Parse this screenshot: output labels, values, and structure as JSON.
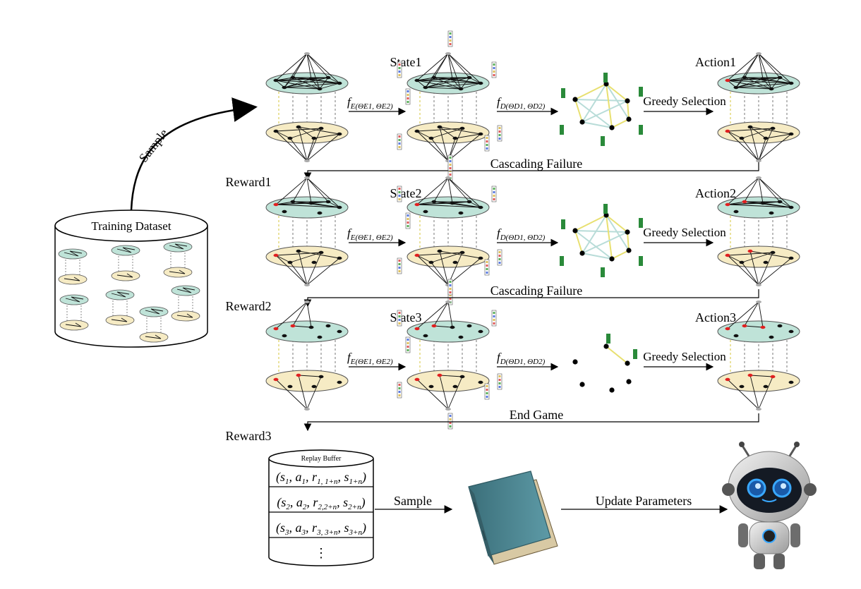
{
  "steps": [
    {
      "state_label": "State1",
      "action_label": "Action1",
      "reward_label": "Reward1",
      "transition_label": "Cascading Failure"
    },
    {
      "state_label": "State2",
      "action_label": "Action2",
      "reward_label": "Reward2",
      "transition_label": "Cascading Failure"
    },
    {
      "state_label": "State3",
      "action_label": "Action3",
      "reward_label": "Reward3",
      "transition_label": "End Game"
    }
  ],
  "encoder_label": "E(ΘE1, ΘE2)",
  "decoder_label": "D(ΘD1, ΘD2)",
  "function_symbol": "f",
  "greedy_label": "Greedy Selection",
  "dataset": {
    "title": "Training Dataset",
    "sample_label": "Sample"
  },
  "replay_buffer": {
    "title": "Replay Buffer",
    "rows": [
      "(s1, a1, r1, 1+n, s1+n)",
      "(s2, a2, r2,2+n, s2+n)",
      "(s3, a3, r3, 3+n, s3+n)"
    ],
    "ellipsis": "⋮"
  },
  "bottom": {
    "sample_label": "Sample",
    "update_label": "Update Parameters"
  },
  "colors": {
    "upper_layer": "#bfe3d8",
    "lower_layer": "#f6ebc4",
    "action_node": "#e02020",
    "book": "#4f8a96",
    "robot_eye": "#39a8ff"
  }
}
